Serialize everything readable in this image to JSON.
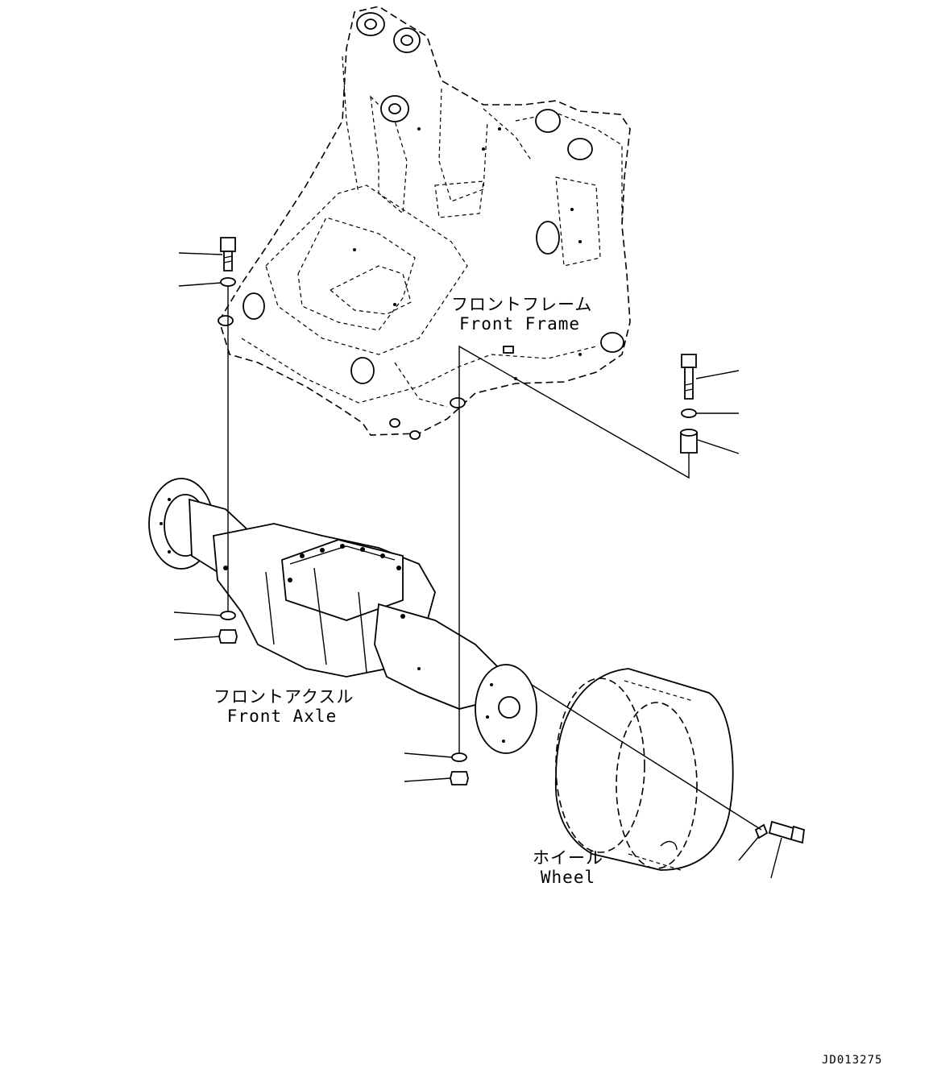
{
  "labels": {
    "front_frame_jp": "フロントフレーム",
    "front_frame_en": "Front Frame",
    "front_axle_jp": "フロントアクスル",
    "front_axle_en": "Front Axle",
    "wheel_jp": "ホイール",
    "wheel_en": "Wheel"
  },
  "drawing_code": "JD013275"
}
